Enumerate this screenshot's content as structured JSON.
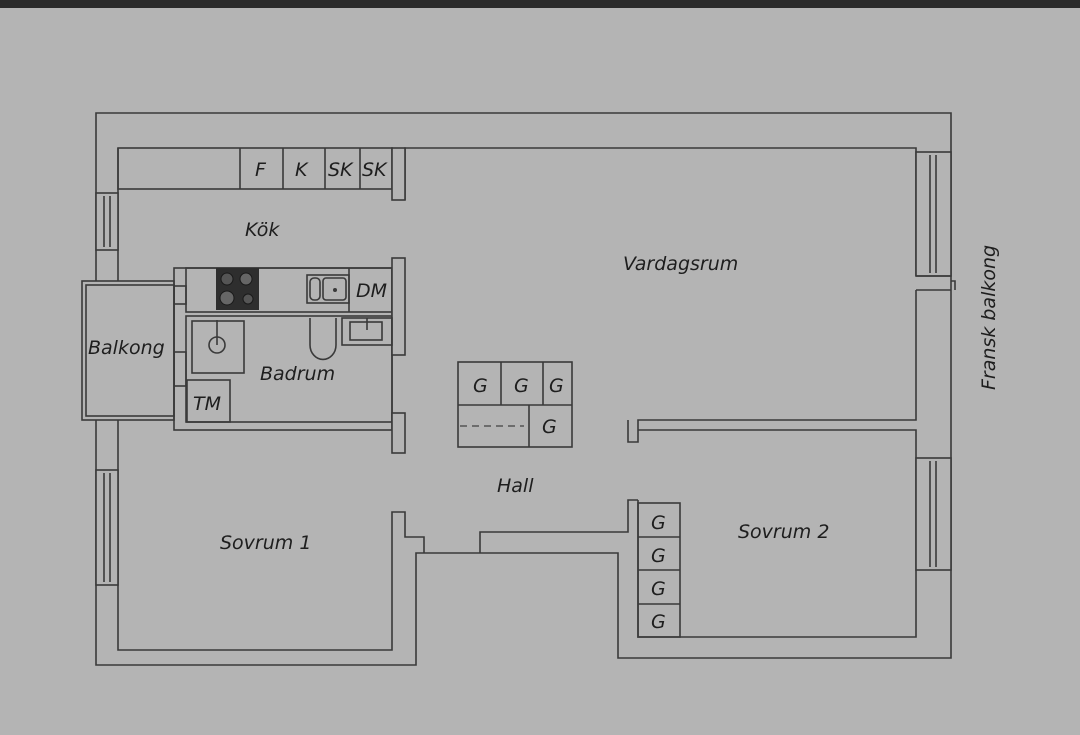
{
  "rooms": {
    "kitchen": "Kök",
    "living": "Vardagsrum",
    "balcony": "Balkong",
    "bathroom": "Badrum",
    "hall": "Hall",
    "bedroom1": "Sovrum 1",
    "bedroom2": "Sovrum 2",
    "french_balcony": "Fransk balkong"
  },
  "kitchen_units": [
    "F",
    "K",
    "SK",
    "SK"
  ],
  "dishwasher": "DM",
  "dryer": "TM",
  "hall_wardrobes": [
    "G",
    "G",
    "G",
    "G"
  ],
  "bedroom2_wardrobes": [
    "G",
    "G",
    "G",
    "G"
  ],
  "colors": {
    "background": "#b4b4b4",
    "lines": "#3a3a3a",
    "topbar": "#2b2b2b"
  }
}
